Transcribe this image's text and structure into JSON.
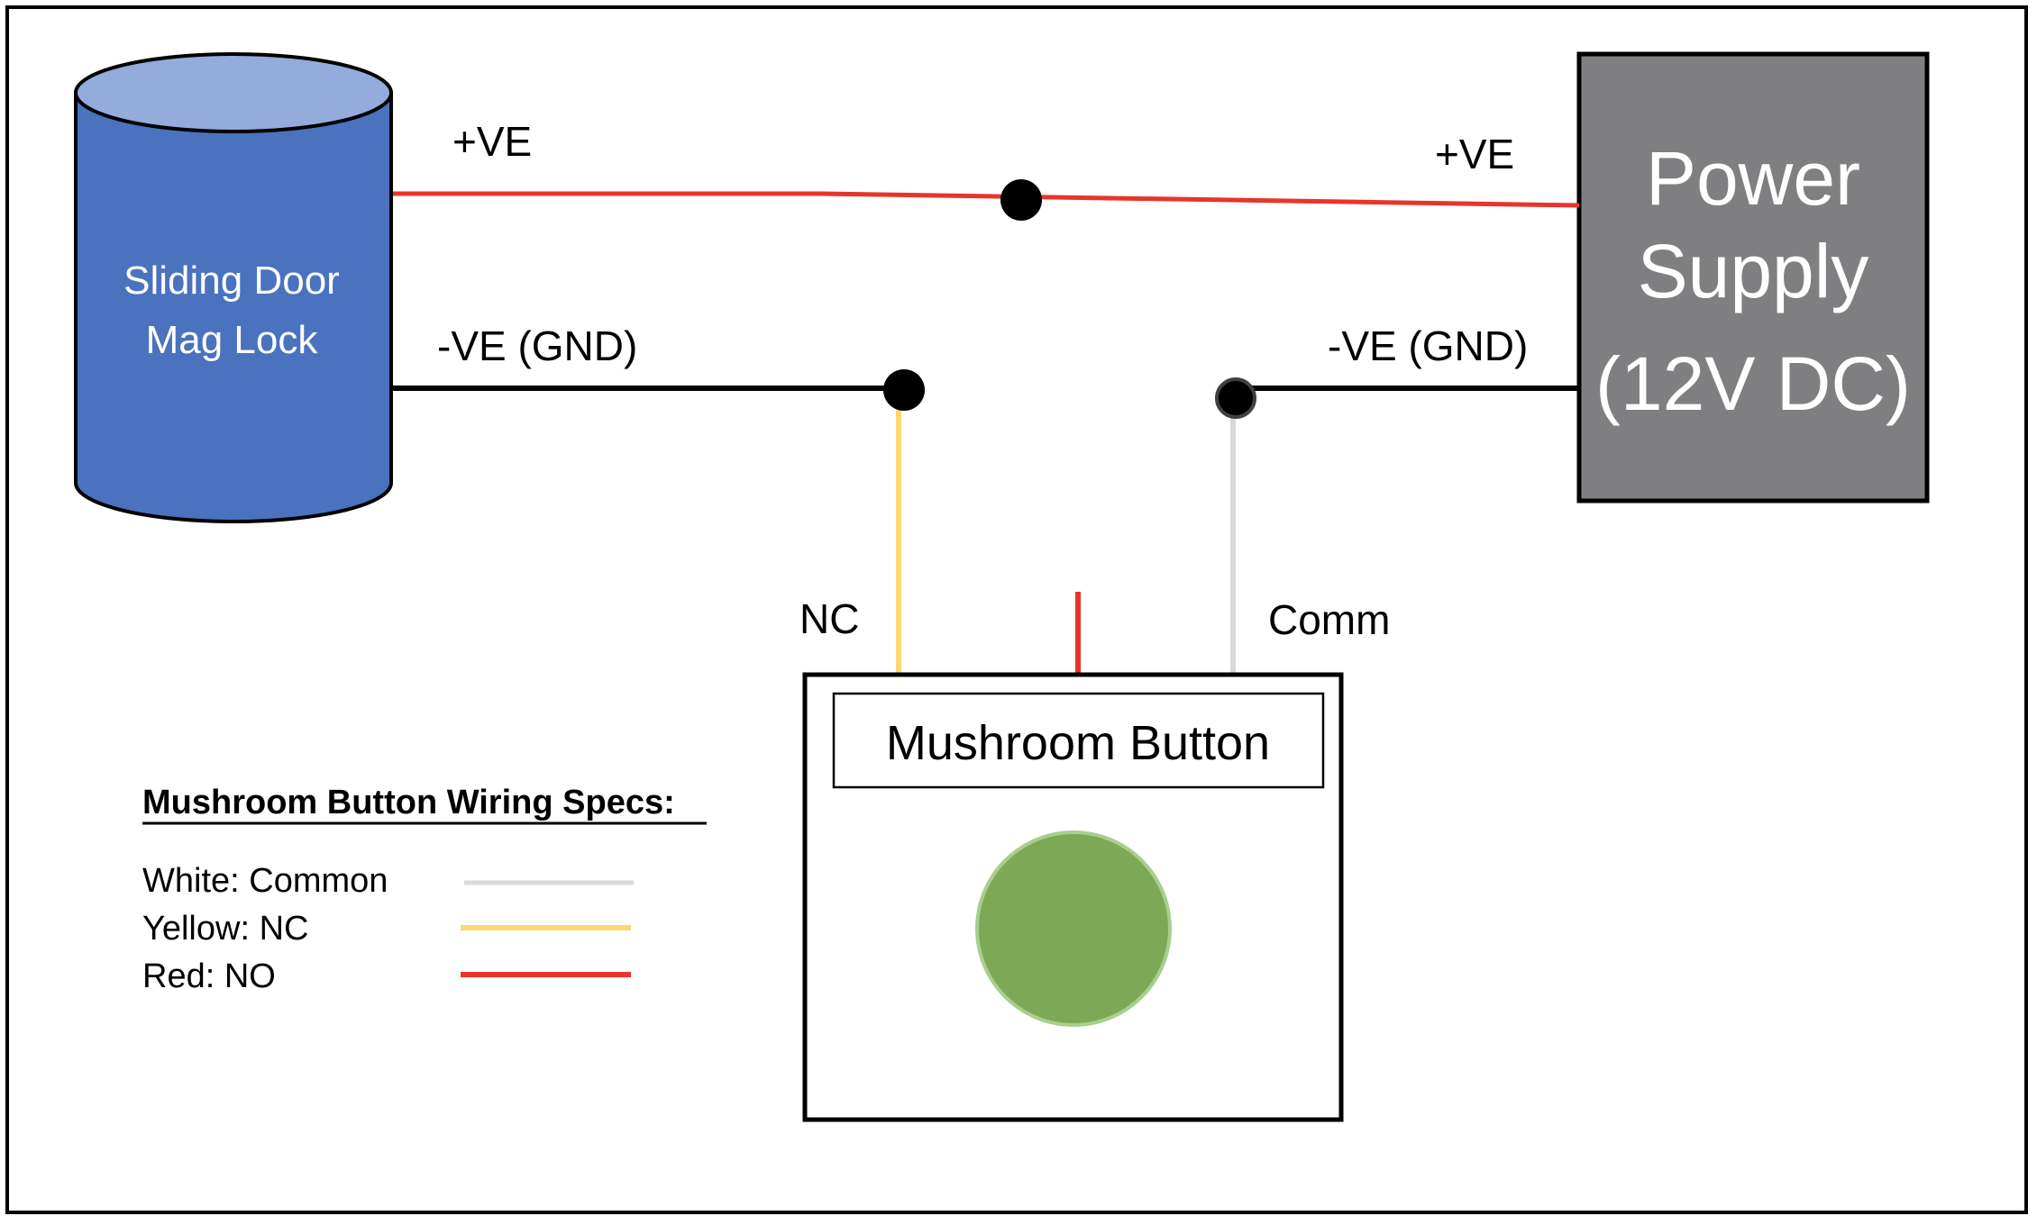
{
  "diagram": {
    "type": "wiring-diagram",
    "components": {
      "mag_lock": {
        "label_lines": [
          "Sliding Door",
          "Mag Lock"
        ],
        "shape": "cylinder",
        "body_color": "#4A72BE",
        "top_color": "#94ACDB"
      },
      "power_supply": {
        "label_lines": [
          "Power",
          "Supply",
          "(12V DC)"
        ],
        "shape": "rectangle",
        "fill_color": "#7F7F81"
      },
      "mushroom_button": {
        "label": "Mushroom Button",
        "button_color": "#7DA956",
        "button_ring_color": "#A9CE8E"
      }
    },
    "wire_labels": {
      "lock_positive": "+VE",
      "lock_negative": "-VE (GND)",
      "psu_positive": "+VE",
      "psu_negative": "-VE (GND)",
      "nc": "NC",
      "comm": "Comm"
    },
    "wires": [
      {
        "id": "positive",
        "from": "mag_lock",
        "to": "power_supply",
        "color": "#E8352B",
        "junction": true
      },
      {
        "id": "ground-lock",
        "from": "mag_lock",
        "to": "nc-junction",
        "color": "#000000"
      },
      {
        "id": "ground-psu",
        "from": "power_supply",
        "to": "comm-junction",
        "color": "#000000"
      },
      {
        "id": "nc",
        "from": "nc-junction",
        "to": "mushroom_button",
        "color": "#F9D976"
      },
      {
        "id": "no",
        "from": "mushroom_button",
        "to": null,
        "color": "#E8352B"
      },
      {
        "id": "comm",
        "from": "comm-junction",
        "to": "mushroom_button",
        "color": "#D9D9D9"
      }
    ],
    "legend": {
      "title": "Mushroom Button Wiring Specs:",
      "items": [
        {
          "label": "White: Common",
          "color": "#D9D9D9"
        },
        {
          "label": "Yellow: NC",
          "color": "#F9D976"
        },
        {
          "label": "Red: NO",
          "color": "#E8352B"
        }
      ]
    }
  }
}
